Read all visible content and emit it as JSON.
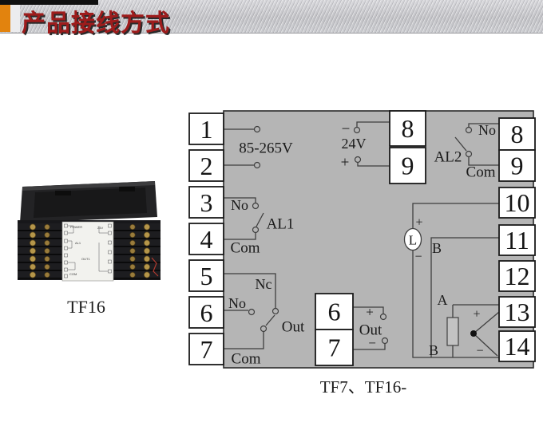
{
  "header": {
    "title": "产品接线方式"
  },
  "colors": {
    "banner_orange": "#e2830e",
    "title_red": "#9e1c1c",
    "panel_gray": "#b5b5b5",
    "screw_gold": "#b5964a",
    "wire_red": "#b03a30"
  },
  "device": {
    "caption": "TF16",
    "mini": {
      "power": "POWER",
      "v24": "24V",
      "al1": "AL1",
      "out1": "OUT1",
      "com": "COM"
    }
  },
  "diagram": {
    "caption": "TF7、TF16-",
    "left_terminals": [
      "1",
      "2",
      "3",
      "4",
      "5",
      "6",
      "7"
    ],
    "right_terminals": [
      "8",
      "9",
      "10",
      "11",
      "12",
      "13",
      "14"
    ],
    "mid_top_terminals": [
      "8",
      "9"
    ],
    "mid_bottom_terminals": [
      "6",
      "7"
    ],
    "labels": {
      "power": "85-265V",
      "supply": "24V",
      "supply_minus": "−",
      "supply_plus": "+",
      "al1": "AL1",
      "al1_no": "No",
      "al1_com": "Com",
      "al2": "AL2",
      "al2_no": "No",
      "al2_com": "Com",
      "relay_nc": "Nc",
      "relay_no": "No",
      "relay_out": "Out",
      "relay_com": "Com",
      "out": "Out",
      "out_plus": "+",
      "out_minus": "−",
      "l": "L",
      "l_plus": "+",
      "l_minus": "−",
      "b_top": "B",
      "b_bottom": "B",
      "a": "A",
      "tc_plus": "+",
      "tc_minus": "−"
    }
  }
}
